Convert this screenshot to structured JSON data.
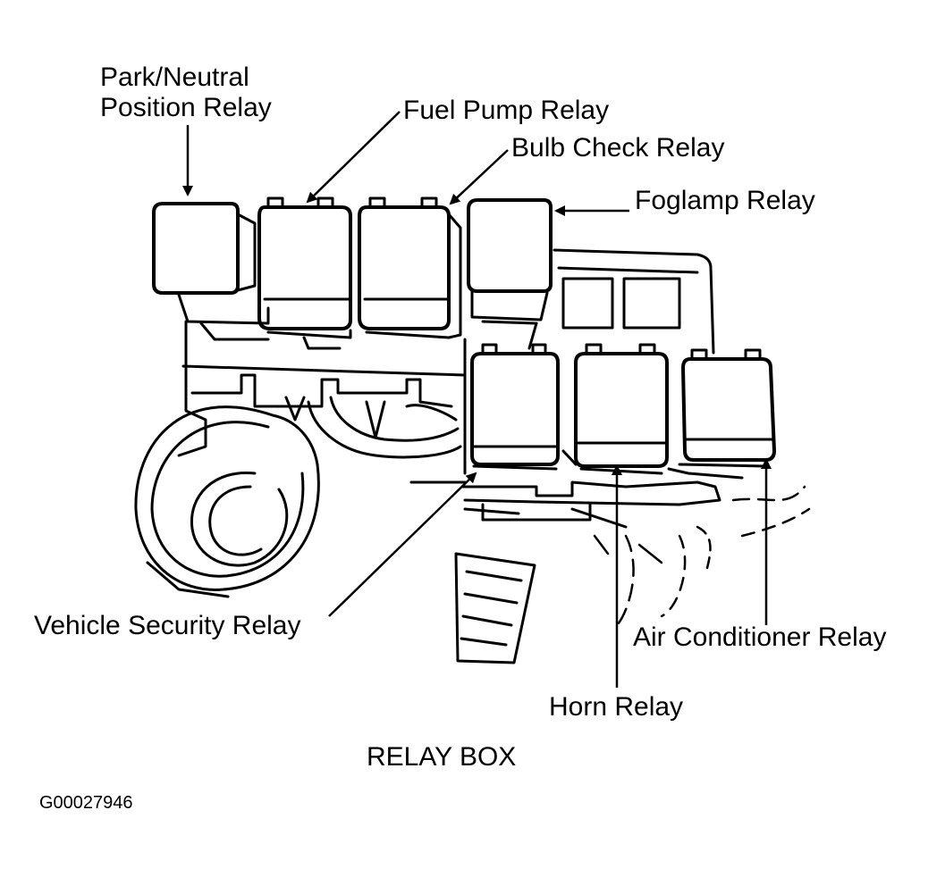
{
  "labels": {
    "park_neutral_line1": "Park/Neutral",
    "park_neutral_line2": "Position Relay",
    "fuel_pump": "Fuel Pump Relay",
    "bulb_check": "Bulb Check Relay",
    "foglamp": "Foglamp Relay",
    "vehicle_security": "Vehicle Security Relay",
    "air_conditioner": "Air Conditioner Relay",
    "horn": "Horn Relay"
  },
  "caption": "RELAY BOX",
  "figure_id": "G00027946",
  "colors": {
    "ink": "#000000",
    "paper": "#ffffff"
  }
}
